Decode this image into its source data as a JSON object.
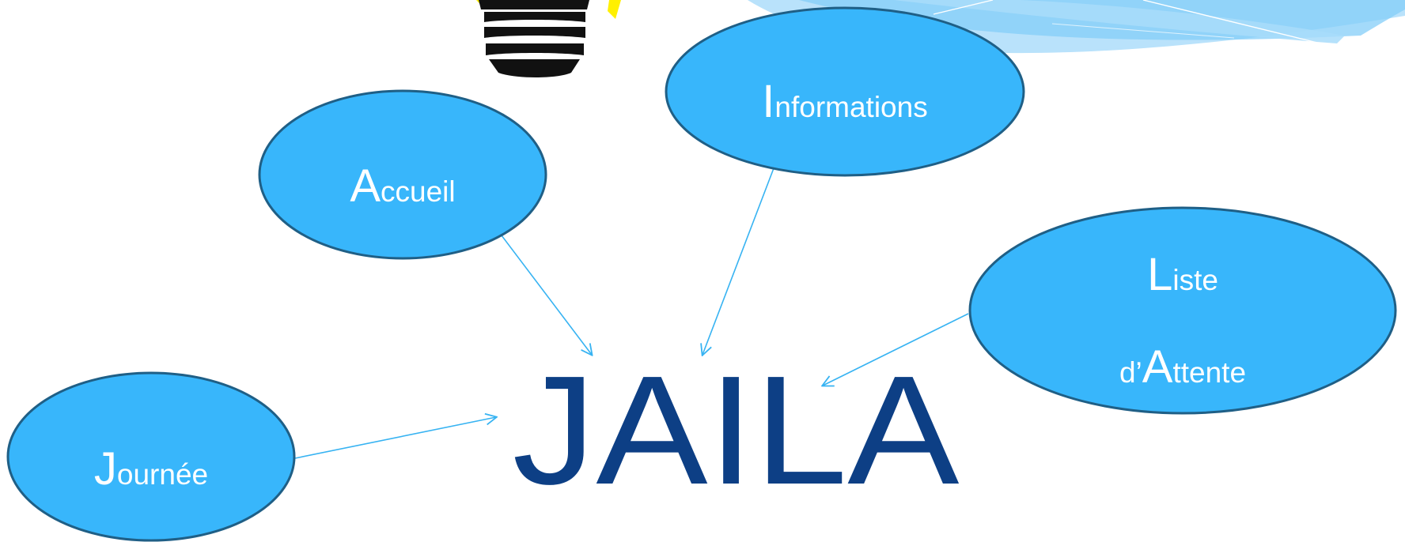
{
  "colors": {
    "node_fill": "#38b6fb",
    "node_stroke": "#1f5f86",
    "node_text": "#ffffff",
    "arrow": "#37b3f2",
    "title": "#0d3f85",
    "wave_light": "#b9e2fb",
    "wave_mid": "#84cdf8",
    "bulb_yellow": "#fff000",
    "bulb_base": "#111111"
  },
  "title": {
    "text": "JAILA"
  },
  "nodes": [
    {
      "id": "accueil",
      "initial": "A",
      "rest": "ccueil"
    },
    {
      "id": "informations",
      "initial": "I",
      "rest": "nformations"
    },
    {
      "id": "liste",
      "initial": "L",
      "rest": "iste",
      "initial2_prefix": "d’",
      "initial2": "A",
      "rest2": "ttente"
    },
    {
      "id": "journee",
      "initial": "J",
      "rest": "ournée"
    }
  ],
  "decorations": {
    "lightbulb_icon": "lightbulb-icon",
    "wave_shape": "wave-decoration"
  }
}
